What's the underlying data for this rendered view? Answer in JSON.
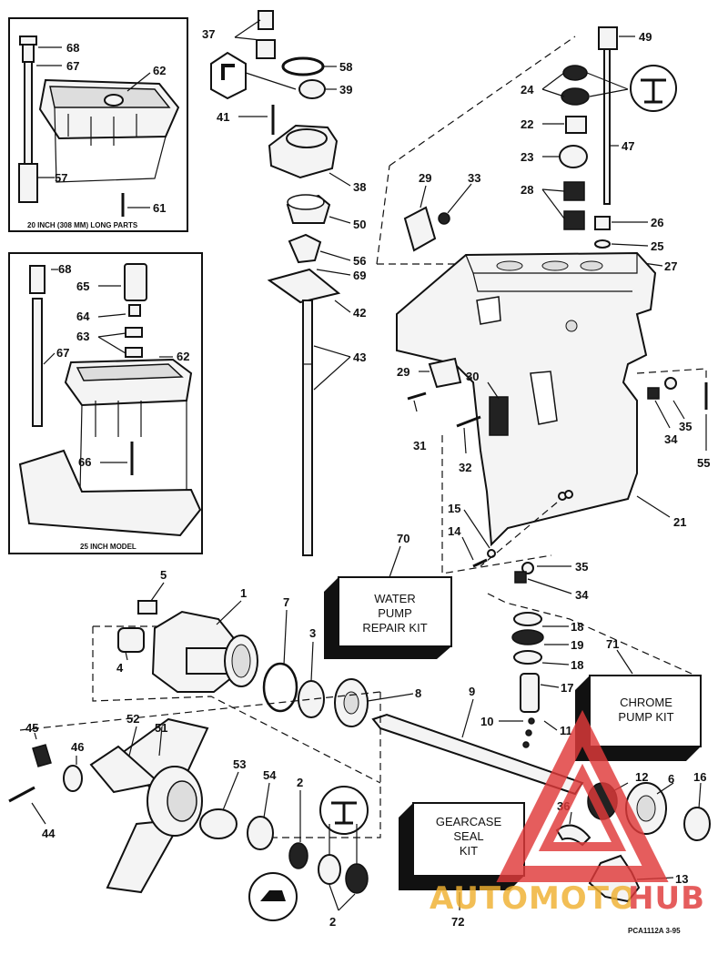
{
  "insets": {
    "inset_20_caption": "20 INCH (308 MM) LONG PARTS",
    "inset_25_caption": "25 INCH MODEL"
  },
  "kits": {
    "water_pump_line1": "WATER",
    "water_pump_line2": "PUMP",
    "water_pump_line3": "REPAIR KIT",
    "chrome_pump_line1": "CHROME",
    "chrome_pump_line2": "PUMP KIT",
    "gearcase_seal_line1": "GEARCASE",
    "gearcase_seal_line2": "SEAL",
    "gearcase_seal_line3": "KIT"
  },
  "footer": {
    "code": "PCA1112A   3-95"
  },
  "watermark": {
    "brand_left": "AUTOMOTO",
    "brand_right": "HUB",
    "color": "#e03a3a",
    "accent": "#f0b030"
  },
  "callouts": {
    "c68a": "68",
    "c67a": "67",
    "c62a": "62",
    "c57": "57",
    "c61": "61",
    "c68b": "68",
    "c65": "65",
    "c64": "64",
    "c63": "63",
    "c67b": "67",
    "c62b": "62",
    "c66": "66",
    "c37": "37",
    "c58": "58",
    "c39": "39",
    "c41": "41",
    "c38": "38",
    "c50": "50",
    "c56": "56",
    "c69": "69",
    "c42": "42",
    "c43": "43",
    "c49": "49",
    "c24": "24",
    "c22": "22",
    "c47": "47",
    "c23": "23",
    "c28": "28",
    "c26": "26",
    "c25": "25",
    "c27": "27",
    "c29a": "29",
    "c33": "33",
    "c29b": "29",
    "c30": "30",
    "c31": "31",
    "c32": "32",
    "c35a": "35",
    "c34a": "34",
    "c55": "55",
    "c21": "21",
    "c15": "15",
    "c14": "14",
    "c35b": "35",
    "c34b": "34",
    "c70": "70",
    "c5": "5",
    "c1": "1",
    "c7": "7",
    "c4": "4",
    "c3": "3",
    "c8": "8",
    "c9": "9",
    "c18a": "18",
    "c19": "19",
    "c18b": "18",
    "c17": "17",
    "c71": "71",
    "c10": "10",
    "c11": "11",
    "c45": "45",
    "c46": "46",
    "c52": "52",
    "c51": "51",
    "c44": "44",
    "c53": "53",
    "c54": "54",
    "c2a": "2",
    "c2b": "2",
    "c12": "12",
    "c6": "6",
    "c16": "16",
    "c36": "36",
    "c13": "13",
    "c72": "72"
  }
}
